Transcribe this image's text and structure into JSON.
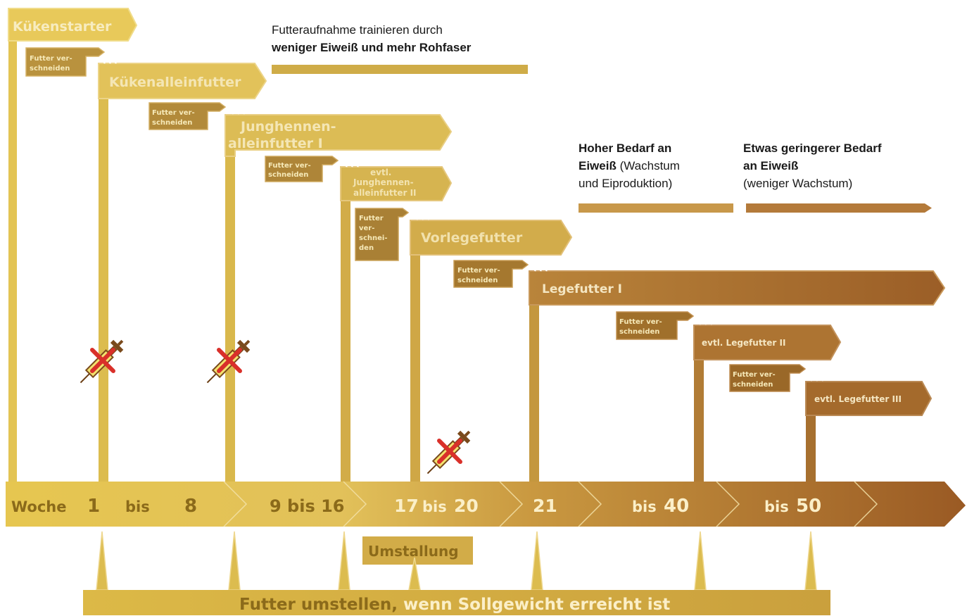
{
  "notes": {
    "top": {
      "line1": "Futteraufnahme trainieren durch",
      "line2": "weniger Eiweiß und mehr Rohfaser"
    },
    "mid": {
      "b1": "Hoher Bedarf an",
      "b2": "Eiweiß",
      "t2": " (Wachstum",
      "t3": "und Eiproduktion)"
    },
    "right": {
      "b1": "Etwas geringerer Bedarf",
      "b2": "an Eiweiß",
      "t3": "(weniger Wachstum)"
    }
  },
  "feeds": {
    "f1": "Kükenstarter",
    "f2": "Kükenalleinfutter",
    "f3a": "Junghennen-",
    "f3b": "alleinfutter I",
    "f4a": "evtl.",
    "f4b": "Junghennen-",
    "f4c": "alleinfutter II",
    "f5": "Vorlegefutter",
    "f6": "Legefutter I",
    "f7": "evtl. Legefutter II",
    "f8": "evtl. Legefutter III"
  },
  "tags": {
    "t1a": "Futter ver-",
    "t1b": "schneiden",
    "t4a": "Futter",
    "t4b": "ver-",
    "t4c": "schnei-",
    "t4d": "den"
  },
  "timeline": {
    "woche": "Woche",
    "w1": "1",
    "bis1": "bis",
    "w8": "8",
    "w9_16": "9 bis 16",
    "w17": "17",
    "bis17": "bis",
    "w20": "20",
    "w21": "21",
    "bis40a": "bis",
    "w40": "40",
    "bis50a": "bis",
    "w50": "50"
  },
  "umstallung": "Umstallung",
  "bottom": {
    "part1": "Futter umstellen,",
    "part2": " wenn Sollgewicht erreicht ist"
  },
  "colors": {
    "gold_light": "#e7c74f",
    "gold": "#d4b043",
    "gold_dark": "#b8862f",
    "brown": "#9a5f26",
    "arrow_stroke": "#c9a23c",
    "text_cream": "#f7ecc0",
    "text_olive": "#8b6a1a",
    "cross": "#d9302a"
  },
  "icons": [
    "syringe-crossed-icon",
    "syringe-crossed-icon",
    "syringe-crossed-icon"
  ]
}
